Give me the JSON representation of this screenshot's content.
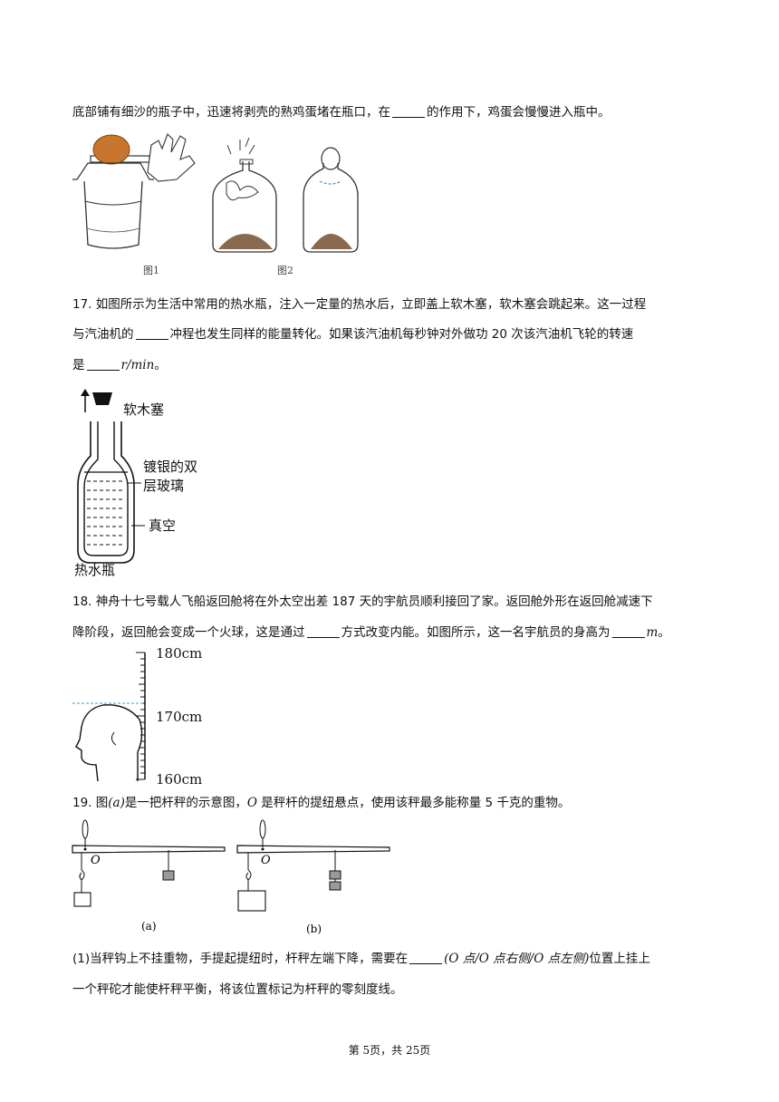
{
  "q16": {
    "line1_pre": "底部铺有细沙的瓶子中，迅速将剥壳的熟鸡蛋堵在瓶口，在",
    "line1_post": "的作用下，鸡蛋会慢慢进入瓶中。",
    "fig1_caption": "图1",
    "fig2_caption": "图2"
  },
  "q17": {
    "line1": "17. 如图所示为生活中常用的热水瓶，注入一定量的热水后，立即盖上软木塞，软木塞会跳起来。这一过程",
    "line2_pre": "与汽油机的",
    "line2_post": "冲程也发生同样的能量转化。如果该汽油机每秒钟对外做功 20 次该汽油机飞轮的转速",
    "line3_pre": "是",
    "line3_unit": "r/min",
    "line3_post": "。",
    "label_cork": "软木塞",
    "label_glass1": "镀银的双",
    "label_glass2": "层玻璃",
    "label_vacuum": "真空",
    "label_bottle": "热水瓶"
  },
  "q18": {
    "line1": "18. 神舟十七号载人飞船返回舱将在外太空出差 187 天的宇航员顺利接回了家。返回舱外形在返回舱减速下",
    "line2_pre": "降阶段，返回舱会变成一个火球，这是通过",
    "line2_mid": "方式改变内能。如图所示，这一名宇航员的身高为",
    "line2_unit": "m",
    "line2_post": "。",
    "tick_top": "180cm",
    "tick_mid": "170cm",
    "tick_bottom": "160cm"
  },
  "q19": {
    "line1_pre": "19. 图",
    "line1_fig": "(a)",
    "line1_mid": "是一把杆秤的示意图，",
    "line1_o": "O",
    "line1_post": " 是秤杆的提纽悬点，使用该秤最多能称量 5 千克的重物。",
    "pivot_label": "O",
    "caption_a": "(a)",
    "caption_b": "(b)",
    "sub1_line1_pre": "(1)当秤钩上不挂重物，手提起提纽时，杆秤左端下降，需要在",
    "sub1_line1_opts": "(O 点/O 点右侧/O 点左侧)",
    "sub1_line1_post": "位置上挂上",
    "sub1_line2": "一个秤砣才能使杆秤平衡，将该位置标记为杆秤的零刻度线。"
  },
  "footer": "第 5页，共 25页",
  "colors": {
    "egg": "#c8762e",
    "soil": "#8a6a4e",
    "dashed_line": "#3aa0c8"
  }
}
